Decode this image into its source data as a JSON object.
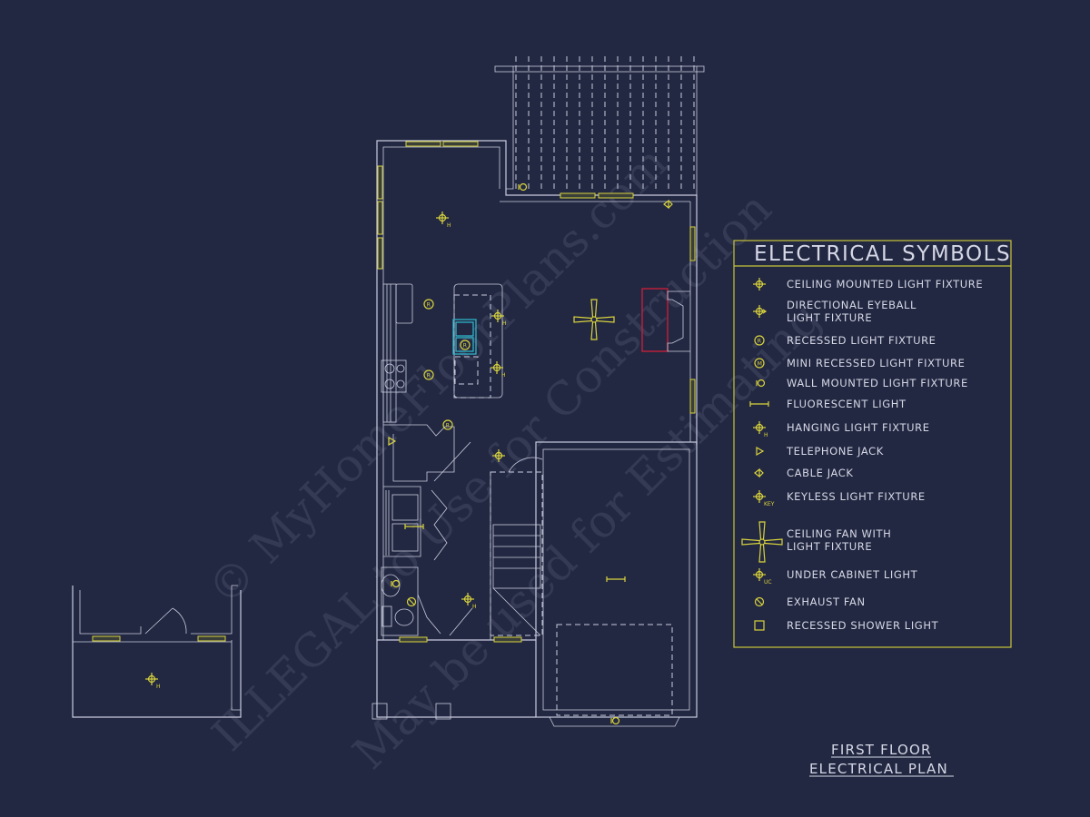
{
  "plan_title": {
    "line1": "FIRST FLOOR",
    "line2": "ELECTRICAL PLAN"
  },
  "legend": {
    "title": "ELECTRICAL SYMBOLS",
    "items": [
      {
        "symbol": "ceiling-light",
        "label": "CEILING MOUNTED LIGHT FIXTURE"
      },
      {
        "symbol": "eyeball-light",
        "label": "DIRECTIONAL EYEBALL",
        "label2": "LIGHT FIXTURE"
      },
      {
        "symbol": "recessed-light",
        "label": "RECESSED LIGHT FIXTURE",
        "mark": "R"
      },
      {
        "symbol": "mini-recessed-light",
        "label": "MINI RECESSED LIGHT FIXTURE",
        "mark": "M"
      },
      {
        "symbol": "wall-light",
        "label": "WALL MOUNTED LIGHT FIXTURE"
      },
      {
        "symbol": "fluorescent-light",
        "label": "FLUORESCENT LIGHT"
      },
      {
        "symbol": "hanging-light",
        "label": "HANGING LIGHT FIXTURE",
        "mark": "H"
      },
      {
        "symbol": "telephone-jack",
        "label": "TELEPHONE JACK"
      },
      {
        "symbol": "cable-jack",
        "label": "CABLE JACK"
      },
      {
        "symbol": "keyless-light",
        "label": "KEYLESS LIGHT FIXTURE",
        "mark": "KEY"
      },
      {
        "symbol": "ceiling-fan",
        "label": "CEILING FAN WITH",
        "label2": "LIGHT FIXTURE"
      },
      {
        "symbol": "under-cabinet-light",
        "label": "UNDER CABINET LIGHT",
        "mark": "UC"
      },
      {
        "symbol": "exhaust-fan",
        "label": "EXHAUST FAN"
      },
      {
        "symbol": "recessed-shower-light",
        "label": "RECESSED SHOWER LIGHT"
      }
    ]
  },
  "watermark": {
    "line1": "© MyHomeFloorPlans.com",
    "line2": "ILLEGAL to Use for Construction",
    "line3": "May be used for Estimating"
  },
  "colors": {
    "background": "#232842",
    "walls": "#c9ccde",
    "electrical": "#d9d43c",
    "sink": "#2fb3c8",
    "fireplace": "#c21f3a"
  }
}
